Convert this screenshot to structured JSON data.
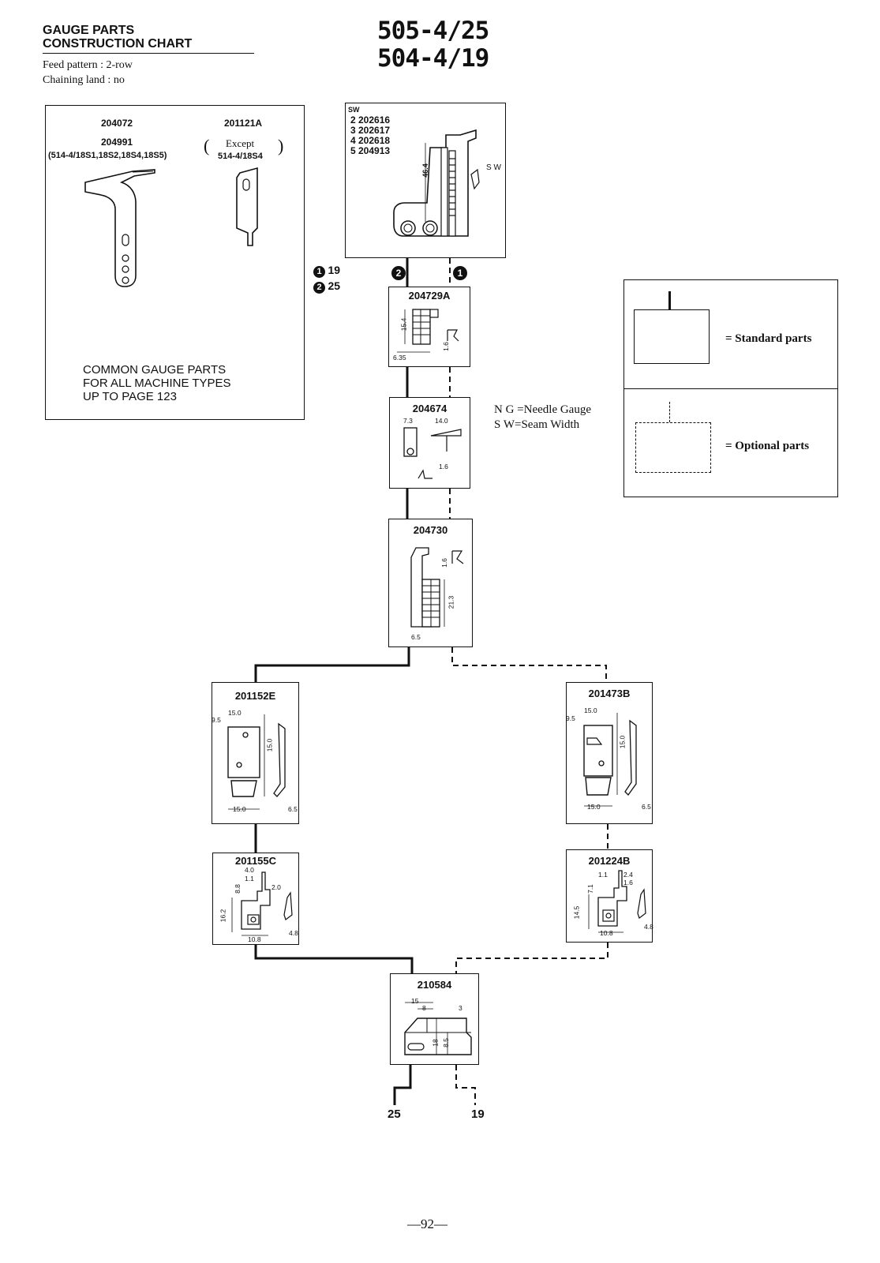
{
  "header": {
    "title_line1": "GAUGE PARTS",
    "title_line2": "CONSTRUCTION CHART",
    "feed_pattern": "Feed pattern : 2-row",
    "chaining_land": "Chaining land : no",
    "model_1": "505-4/25",
    "model_2": "504-4/19"
  },
  "common_box": {
    "part_a1": "204072",
    "part_a2": "204991",
    "part_a_note": "(514-4/18S1,18S2,18S4,18S5)",
    "part_b": "201121A",
    "part_b_note1": "Except",
    "part_b_note2": "514-4/18S4",
    "caption_1": "COMMON GAUGE PARTS",
    "caption_2": "FOR ALL MACHINE TYPES",
    "caption_3": "UP TO PAGE 123"
  },
  "needle_plate": {
    "sw_label": "SW",
    "rows": [
      "2 202616",
      "3 202617",
      "4 202618",
      "5 204913"
    ],
    "dim": "46.4",
    "sw_mark": "S W"
  },
  "route_legend": {
    "item_1_num": "1",
    "item_1_value": "19",
    "item_2_num": "2",
    "item_2_value": "25"
  },
  "parts": {
    "p1": {
      "number": "204729A",
      "d1": "15.4",
      "d2": "1.6",
      "d3": "6.35"
    },
    "p2": {
      "number": "204674",
      "d1": "7.3",
      "d2": "14.0",
      "d3": "1.6"
    },
    "p3": {
      "number": "204730",
      "d1": "1.6",
      "d2": "21.3",
      "d3": "6.5"
    },
    "p4": {
      "number": "201152E",
      "d1": "15.0",
      "d2": "9.5",
      "d3": "15.0",
      "d4": "15.0",
      "d5": "6.5"
    },
    "p5": {
      "number": "201473B",
      "d1": "15.0",
      "d2": "9.5",
      "d3": "15.0",
      "d4": "15.0",
      "d5": "6.5"
    },
    "p6": {
      "number": "201155C",
      "d1": "4.0",
      "d2": "1.1",
      "d3": "8.8",
      "d4": "2.0",
      "d5": "16.2",
      "d6": "10.8",
      "d7": "4.8"
    },
    "p7": {
      "number": "201224B",
      "d1": "1.1",
      "d2": "2.4",
      "d3": "1.6",
      "d4": "7.1",
      "d5": "14.5",
      "d6": "10.8",
      "d7": "4.8"
    },
    "p8": {
      "number": "210584",
      "d1": "15",
      "d2": "8",
      "d3": "3",
      "d4": "18",
      "d5": "8.5"
    }
  },
  "abbreviations": {
    "ng": "N G =Needle Gauge",
    "sw": "S W=Seam Width"
  },
  "legend": {
    "standard": "= Standard parts",
    "optional": "= Optional parts"
  },
  "outputs": {
    "left": "25",
    "right": "19"
  },
  "page_number": "—92—"
}
